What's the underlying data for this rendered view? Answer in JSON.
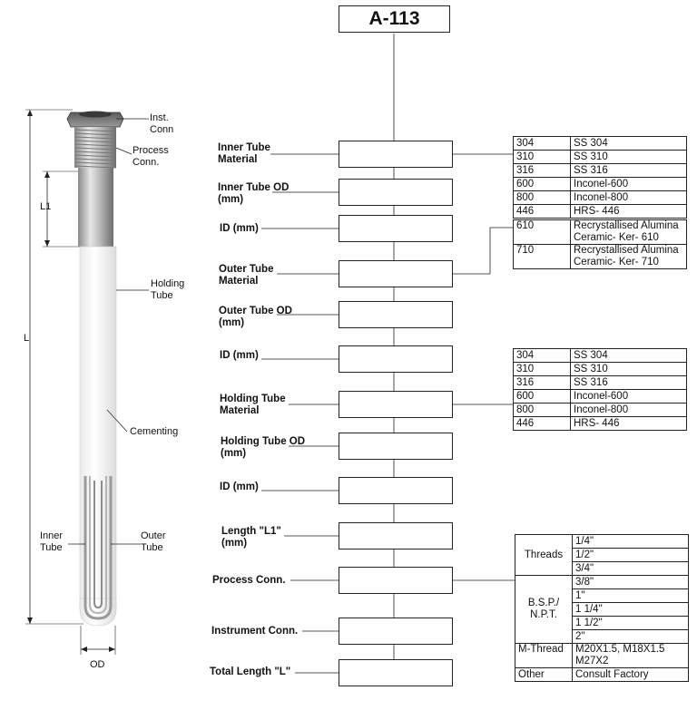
{
  "title": "A-113",
  "drawing_labels": {
    "inst_conn": "Inst. Conn",
    "process_conn": "Process Conn.",
    "l1": "L1",
    "l": "L",
    "holding_tube": "Holding Tube",
    "cementing": "Cementing",
    "inner_tube": "Inner Tube",
    "outer_tube": "Outer Tube",
    "od": "OD"
  },
  "fields": [
    "Inner Tube Material",
    "Inner Tube OD (mm)",
    "ID (mm)",
    "Outer Tube Material",
    "Outer Tube OD (mm)",
    "ID (mm)",
    "Holding Tube Material",
    "Holding Tube OD (mm)",
    "ID (mm)",
    "Length \"L1\" (mm)",
    "Process Conn.",
    "Instrument Conn.",
    "Total Length \"L\""
  ],
  "inner_material_table": [
    [
      "304",
      "SS 304"
    ],
    [
      "310",
      "SS 310"
    ],
    [
      "316",
      "SS 316"
    ],
    [
      "600",
      "Inconel-600"
    ],
    [
      "800",
      "Inconel-800"
    ],
    [
      "446",
      "HRS- 446"
    ]
  ],
  "outer_material_table": [
    [
      "610",
      "Recrystallised Alumina Ceramic- Ker- 610"
    ],
    [
      "710",
      "Recrystallised Alumina Ceramic- Ker- 710"
    ]
  ],
  "holding_material_table": [
    [
      "304",
      "SS 304"
    ],
    [
      "310",
      "SS 310"
    ],
    [
      "316",
      "SS 316"
    ],
    [
      "600",
      "Inconel-600"
    ],
    [
      "800",
      "Inconel-800"
    ],
    [
      "446",
      "HRS- 446"
    ]
  ],
  "process_conn_table": {
    "threads_label": "Threads",
    "bsp_label": "B.S.P./ N.P.T.",
    "sizes": [
      "1/4\"",
      "1/2\"",
      "3/4\"",
      "3/8\"",
      "1\"",
      "1 1/4\"",
      "1 1/2\"",
      "2\""
    ],
    "mthread_label": "M-Thread",
    "mthread_value": "M20X1.5, M18X1.5 M27X2",
    "other_label": "Other",
    "other_value": "Consult Factory"
  }
}
